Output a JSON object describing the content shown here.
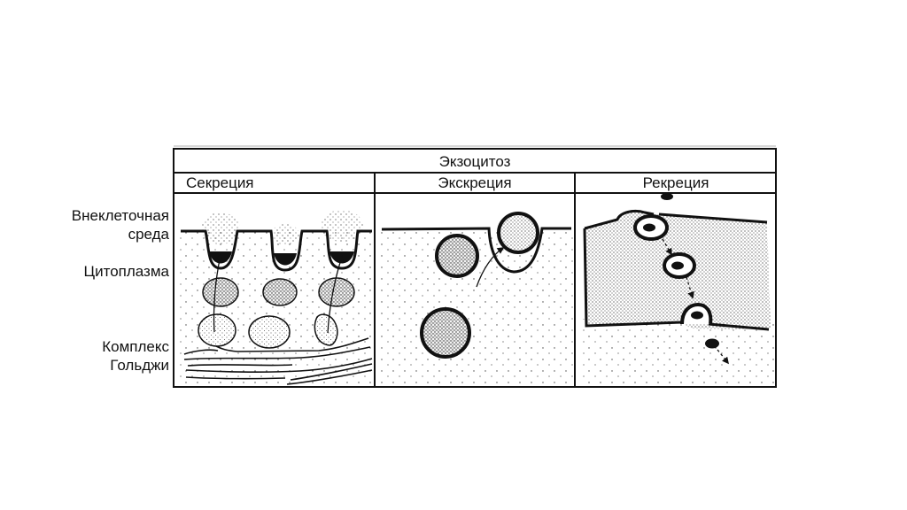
{
  "title": "Экзоцитоз",
  "columns": [
    {
      "label": "Секреция"
    },
    {
      "label": "Экскреция"
    },
    {
      "label": "Рекреция"
    }
  ],
  "side_labels": {
    "extracellular_line1": "Внеклеточная",
    "extracellular_line2": "среда",
    "cytoplasm": "Цитоплазма",
    "golgi_line1": "Комплекс",
    "golgi_line2": "Гольджи"
  }
}
